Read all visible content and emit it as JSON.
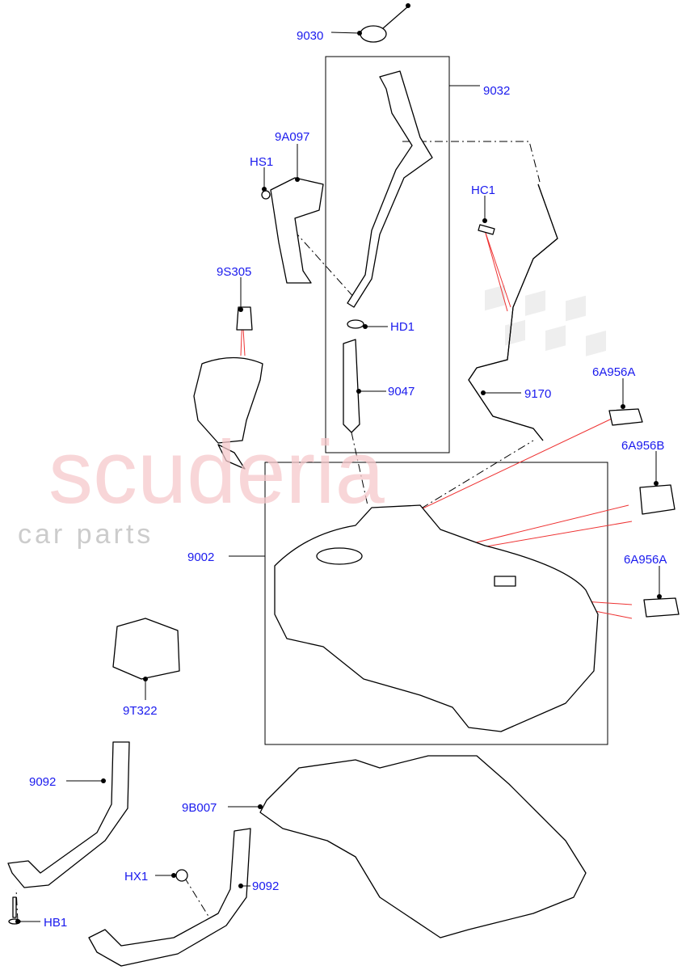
{
  "watermark": {
    "brand": "scuderia",
    "tagline": "car parts"
  },
  "colors": {
    "label": "#1a1aee",
    "leader_red": "#ee3333",
    "watermark": "#f6c9cc"
  },
  "callouts": {
    "filler_cap": "9030",
    "filler_pipe": "9032",
    "heat_shield_upper": "9A097",
    "hs1": "HS1",
    "hc1": "HC1",
    "fuel_pump": "9S305",
    "hd1": "HD1",
    "hose": "9047",
    "vent_pipe": "9170",
    "pad_a_top": "6A956A",
    "pad_b": "6A956B",
    "pad_a_bottom": "6A956A",
    "fuel_tank": "9002",
    "bracket": "9T322",
    "strap_left": "9092",
    "tank_shield": "9B007",
    "hx1": "HX1",
    "strap_right": "9092",
    "hb1": "HB1"
  }
}
